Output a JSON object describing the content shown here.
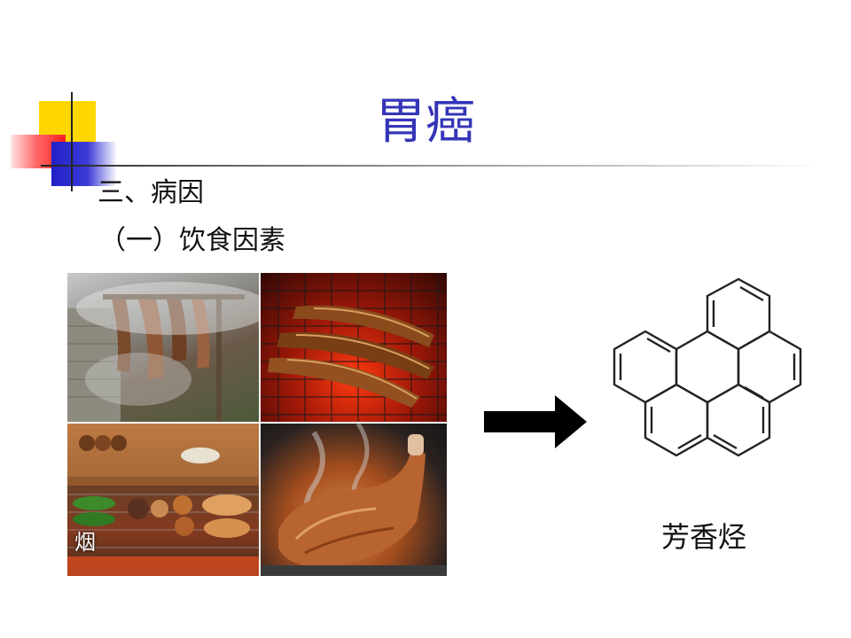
{
  "slide": {
    "title": "胃癌",
    "section": "三、病因",
    "subsection": "（一）饮食因素",
    "photo_caption": "烟",
    "molecule_caption": "芳香烃"
  },
  "icons": {
    "arrow": "right-arrow-icon",
    "molecule": "benzopyrene-structure"
  },
  "colors": {
    "title": "#3535b8",
    "deco_yellow": "#ffd700",
    "deco_red": "#ff1e1e",
    "deco_blue": "#2020c8"
  }
}
